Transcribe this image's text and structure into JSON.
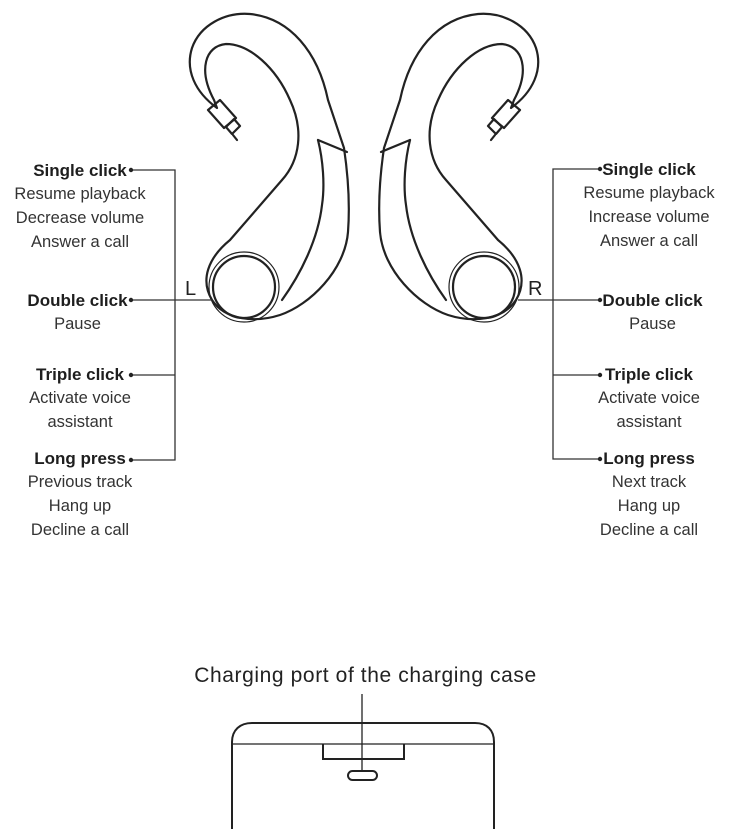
{
  "left": {
    "letter": "L",
    "groups": [
      {
        "title": "Single click",
        "lines": [
          "Resume playback",
          "Decrease volume",
          "Answer a call"
        ]
      },
      {
        "title": "Double click",
        "lines": [
          "Pause"
        ]
      },
      {
        "title": "Triple click",
        "lines": [
          "Activate voice",
          "assistant"
        ]
      },
      {
        "title": "Long press",
        "lines": [
          "Previous track",
          "Hang up",
          "Decline a call"
        ]
      }
    ]
  },
  "right": {
    "letter": "R",
    "groups": [
      {
        "title": "Single click",
        "lines": [
          "Resume playback",
          "Increase volume",
          "Answer a call"
        ]
      },
      {
        "title": "Double click",
        "lines": [
          "Pause"
        ]
      },
      {
        "title": "Triple click",
        "lines": [
          "Activate voice",
          "assistant"
        ]
      },
      {
        "title": "Long press",
        "lines": [
          "Next track",
          "Hang up",
          "Decline a call"
        ]
      }
    ]
  },
  "case": {
    "label": "Charging port of the charging case"
  }
}
